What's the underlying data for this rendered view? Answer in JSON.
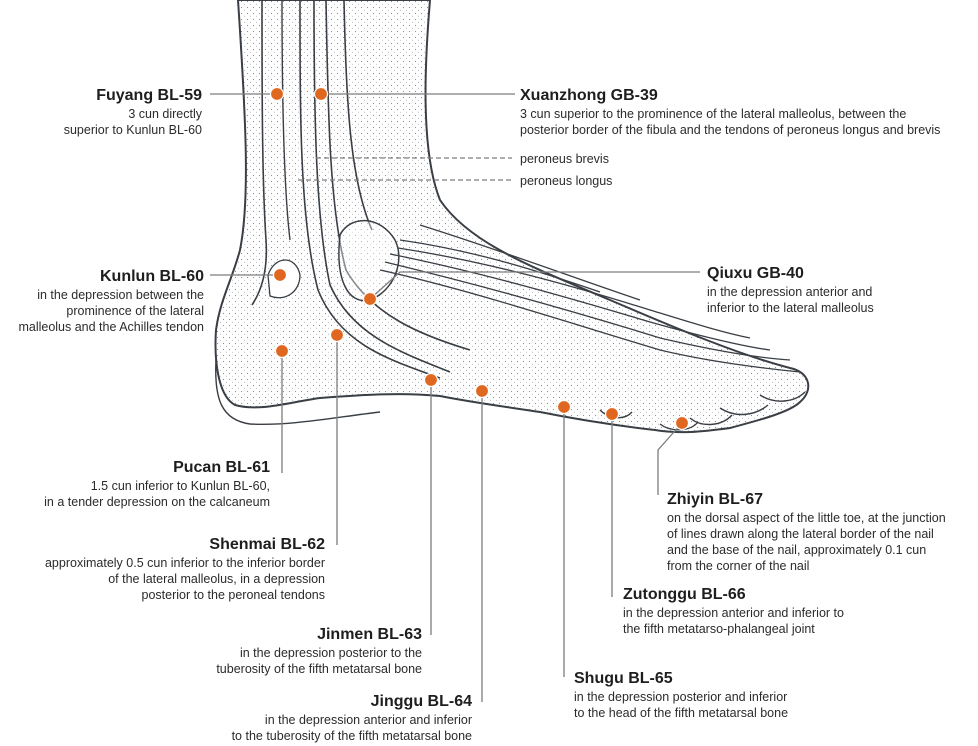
{
  "colors": {
    "point": "#e0671f",
    "line": "#7d7d7d",
    "outline": "#3a3f45"
  },
  "points": {
    "fuyang": {
      "title": "Fuyang BL-59",
      "desc": "3 cun directly\nsuperior to Kunlun BL-60"
    },
    "xuanzhong": {
      "title": "Xuanzhong GB-39",
      "desc": "3 cun superior to the prominence of the lateral malleolus, between the\nposterior border of the fibula and the tendons of peroneus longus and brevis"
    },
    "kunlun": {
      "title": "Kunlun BL-60",
      "desc": "in the depression between the\nprominence of the lateral\nmalleolus and the Achilles tendon"
    },
    "qiuxu": {
      "title": "Qiuxu GB-40",
      "desc": "in the depression anterior and\ninferior to the lateral malleolus"
    },
    "pucan": {
      "title": "Pucan BL-61",
      "desc": "1.5 cun inferior to Kunlun BL-60,\nin a tender depression on the calcaneum"
    },
    "shenmai": {
      "title": "Shenmai BL-62",
      "desc": "approximately 0.5 cun inferior to the inferior border\nof the lateral malleolus, in a depression\nposterior to the peroneal tendons"
    },
    "zhiyin": {
      "title": "Zhiyin BL-67",
      "desc": "on the dorsal aspect of the little toe, at the junction\nof lines drawn along the lateral border of the nail\nand the base of the nail, approximately 0.1 cun\nfrom the corner of the nail"
    },
    "zutonggu": {
      "title": "Zutonggu BL-66",
      "desc": "in the depression anterior and inferior to\nthe fifth metatarso-phalangeal joint"
    },
    "jinmen": {
      "title": "Jinmen BL-63",
      "desc": "in the depression posterior to the\ntuberosity of the fifth metatarsal bone"
    },
    "shugu": {
      "title": "Shugu BL-65",
      "desc": "in the depression posterior and inferior\nto the head of the fifth metatarsal bone"
    },
    "jinggu": {
      "title": "Jinggu BL-64",
      "desc": "in the depression anterior and inferior\nto the tuberosity of the fifth metatarsal bone"
    }
  },
  "muscles": {
    "brevis": "peroneus brevis",
    "longus": "peroneus longus"
  }
}
